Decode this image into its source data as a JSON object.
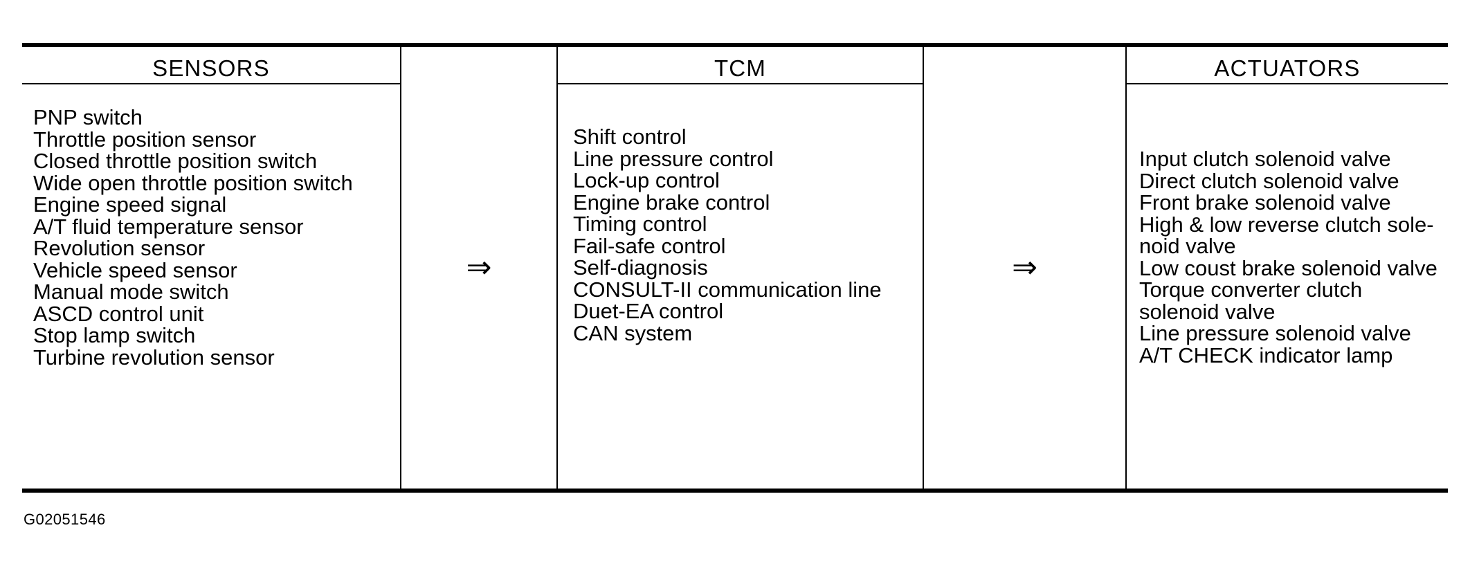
{
  "figure": {
    "caption": "G02051546",
    "arrow_glyph": "⇒",
    "arrow_name": "rightwards-double-arrow",
    "ink_color": "#000000",
    "background_color": "#ffffff"
  },
  "columns": [
    {
      "key": "sensors",
      "header": "SENSORS",
      "items": [
        "PNP switch",
        "Throttle position sensor",
        "Closed throttle position switch",
        "Wide open throttle position switch",
        "Engine speed signal",
        "A/T fluid temperature sensor",
        "Revolution sensor",
        "Vehicle speed sensor",
        "Manual mode switch",
        "ASCD control unit",
        "Stop lamp switch",
        "Turbine revolution sensor"
      ]
    },
    {
      "key": "tcm",
      "header": "TCM",
      "items": [
        "Shift control",
        "Line pressure control",
        "Lock-up control",
        "Engine brake control",
        "Timing control",
        "Fail-safe control",
        "Self-diagnosis",
        "CONSULT-II communication line",
        "Duet-EA control",
        "CAN system"
      ]
    },
    {
      "key": "actuators",
      "header": "ACTUATORS",
      "items": [
        "Input clutch solenoid valve",
        "Direct clutch solenoid valve",
        "Front brake solenoid valve",
        "High & low reverse clutch  sole-noid valve",
        "Low coust brake solenoid valve",
        "Torque converter clutch solenoid valve",
        "Line pressure solenoid valve",
        "A/T CHECK indicator lamp"
      ]
    }
  ]
}
